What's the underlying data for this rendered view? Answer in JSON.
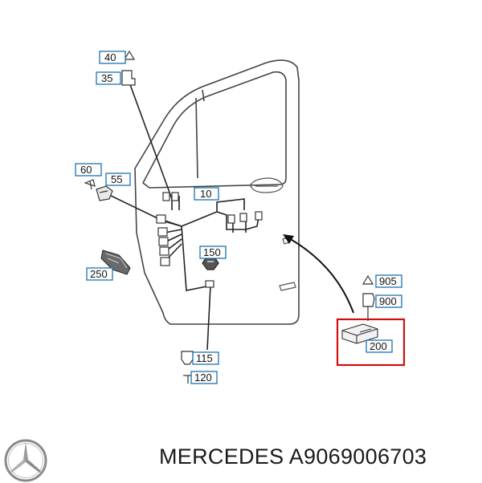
{
  "diagram": {
    "callouts": {
      "c40": "40",
      "c35": "35",
      "c60": "60",
      "c55": "55",
      "c10": "10",
      "c150": "150",
      "c250": "250",
      "c115": "115",
      "c120": "120",
      "c905": "905",
      "c900": "900",
      "c200": "200"
    },
    "highlight_color": "#d01010",
    "callout_border_color": "#1a73b0"
  },
  "footer": {
    "brand": "MERCEDES",
    "part_number": "A9069006703",
    "logo_icon": "mercedes-star-logo"
  }
}
